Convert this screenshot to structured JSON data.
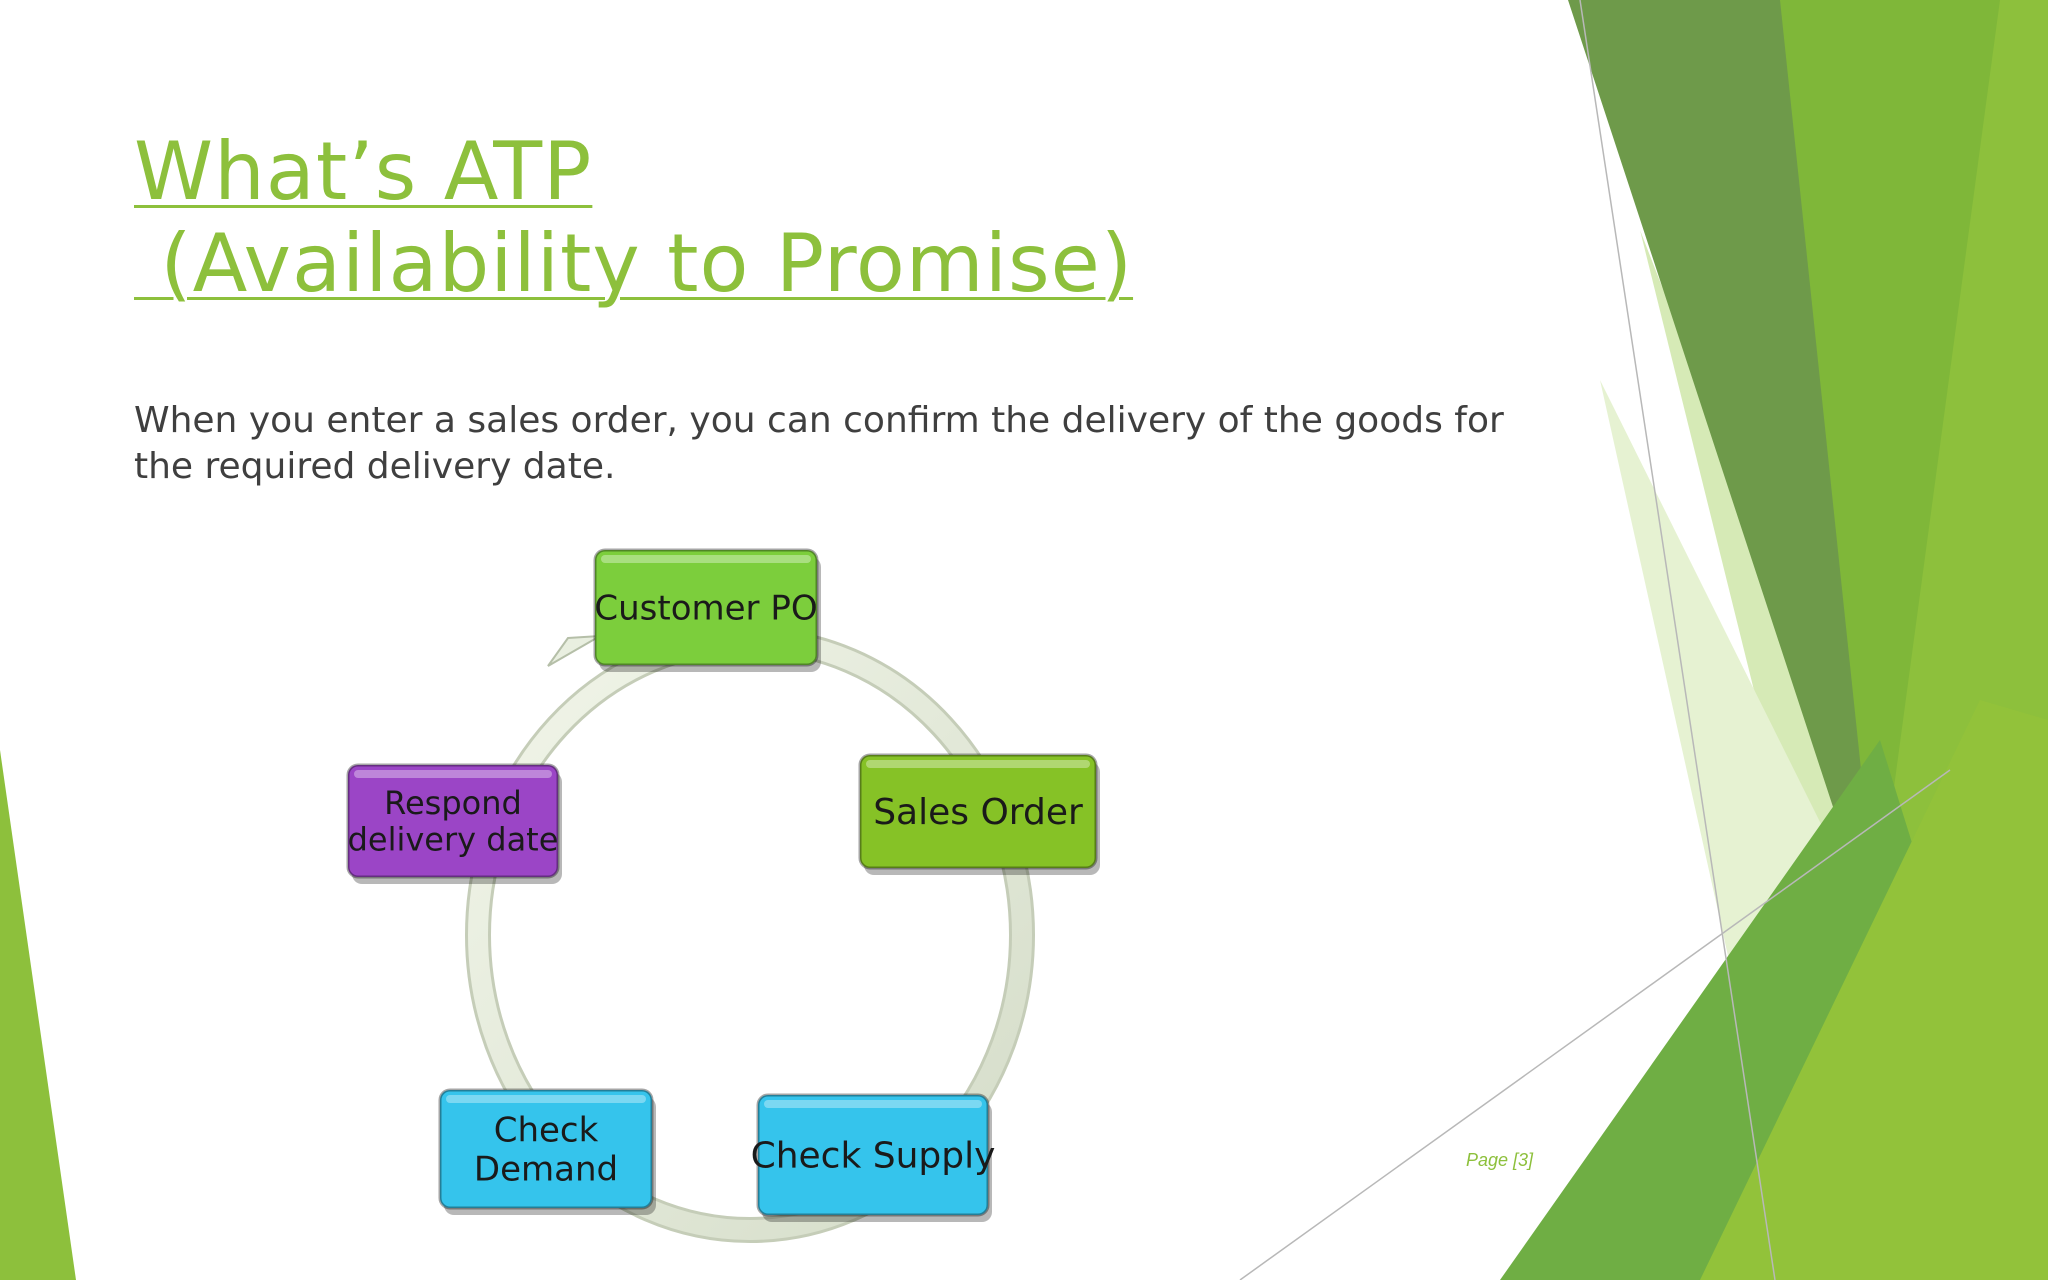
{
  "slide": {
    "title_line1": "What’s ATP",
    "title_line2": " (Availability to Promise)",
    "body": "When you enter a sales order, you can confirm the delivery of the goods for the required delivery date.",
    "page_label": "Page [3]"
  },
  "cycle": {
    "steps": [
      {
        "lines": [
          "Customer PO"
        ],
        "color": "#7cce3c"
      },
      {
        "lines": [
          "Sales Order"
        ],
        "color": "#86c226"
      },
      {
        "lines": [
          "Check Supply"
        ],
        "color": "#35c4ec"
      },
      {
        "lines": [
          "Check",
          "Demand"
        ],
        "color": "#35c4ec"
      },
      {
        "lines": [
          "Respond",
          "delivery date"
        ],
        "color": "#9b45c6"
      }
    ]
  },
  "colors": {
    "accent": "#8dc03c",
    "text": "#3f3f3f",
    "deco_dark": "#6e9a4a",
    "deco_mid": "#7fb739",
    "deco_light": "#d6eab6"
  }
}
